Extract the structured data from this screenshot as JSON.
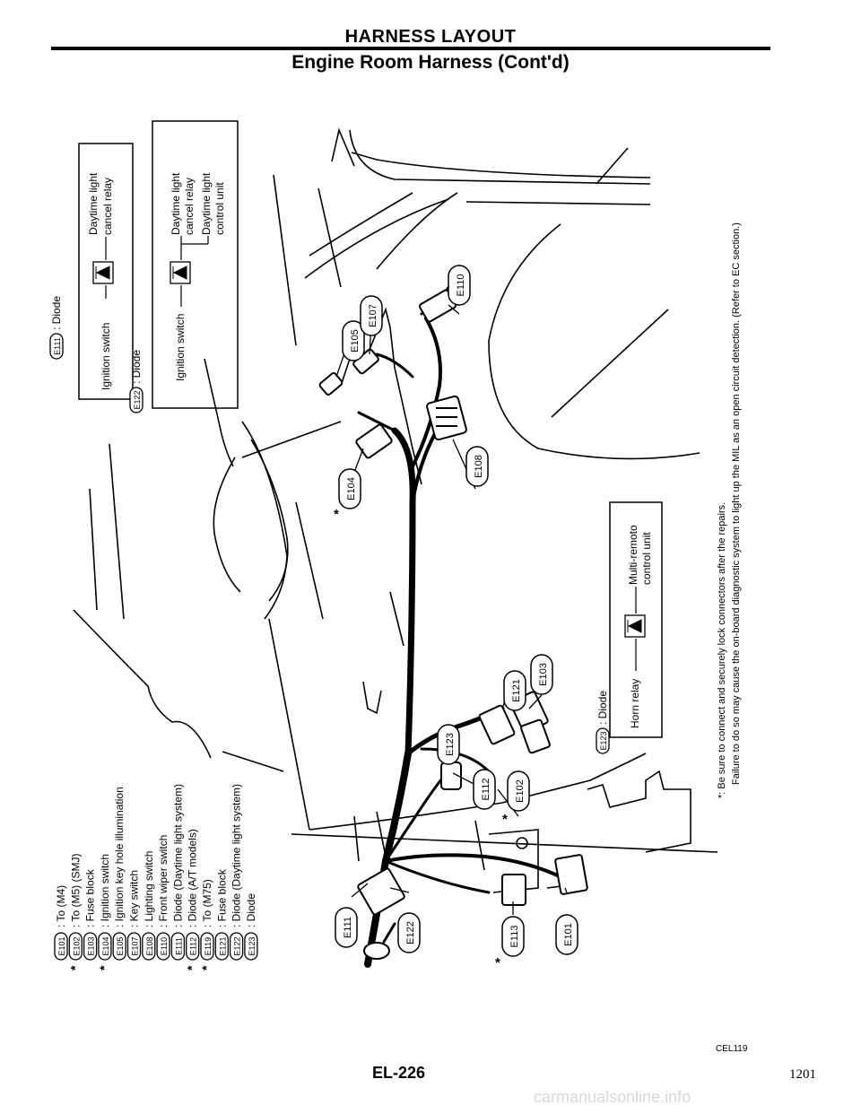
{
  "header": {
    "title": "HARNESS LAYOUT",
    "subtitle": "Engine Room Harness (Cont'd)"
  },
  "connectors": {
    "E101": "E101",
    "E102": "E102",
    "E103": "E103",
    "E104": "E104",
    "E105": "E105",
    "E107": "E107",
    "E108": "E108",
    "E110": "E110",
    "E111": "E111",
    "E112": "E112",
    "E113": "E113",
    "E121": "E121",
    "E122": "E122",
    "E123": "E123"
  },
  "asterisk": "*",
  "legend": [
    {
      "code": "E101",
      "star": "",
      "text": ": To (M4)"
    },
    {
      "code": "E102",
      "star": "*",
      "text": ": To (M5) (SMJ)"
    },
    {
      "code": "E103",
      "star": "",
      "text": ": Fuse block"
    },
    {
      "code": "E104",
      "star": "*",
      "text": ": Ignition switch"
    },
    {
      "code": "E105",
      "star": "",
      "text": ": Ignition key hole illumination"
    },
    {
      "code": "E107",
      "star": "",
      "text": ": Key switch"
    },
    {
      "code": "E108",
      "star": "",
      "text": ": Lighting switch"
    },
    {
      "code": "E110",
      "star": "",
      "text": ": Front wiper switch"
    },
    {
      "code": "E111",
      "star": "",
      "text": ": Diode (Daytime light system)"
    },
    {
      "code": "E112",
      "star": "*",
      "text": ": Diode (A/T models)"
    },
    {
      "code": "E119",
      "star": "*",
      "text": ": To (M75)"
    },
    {
      "code": "E121",
      "star": "",
      "text": ": Fuse block"
    },
    {
      "code": "E122",
      "star": "",
      "text": ": Diode (Daytime light system)"
    },
    {
      "code": "E123",
      "star": "",
      "text": ": Diode"
    }
  ],
  "box1": {
    "code": "E111",
    "title": ": Diode",
    "left": "Ignition switch",
    "right1": "Daytime light",
    "right2": "cancel relay"
  },
  "box2": {
    "code": "E122",
    "title": ": Diode",
    "left": "Ignition switch",
    "right1": "Daytime light",
    "right2": "cancel relay",
    "right3": "Daytime light",
    "right4": "control unit"
  },
  "box3": {
    "code": "E123",
    "title": ": Diode",
    "left": "Horn relay",
    "right1": "Multi-remoto",
    "right2": "control unit"
  },
  "notes": {
    "line1": "*: Be sure to connect and securely lock connectors after the repairs.",
    "line2": "Failure to do so may cause the on-board diagnostic system to light up the MIL as an open circuit detection. (Refer to EC section.)"
  },
  "footer": {
    "code": "CEL119",
    "page_ref": "EL-226",
    "page_num": "1201",
    "watermark": "carmanualsonline.info"
  }
}
